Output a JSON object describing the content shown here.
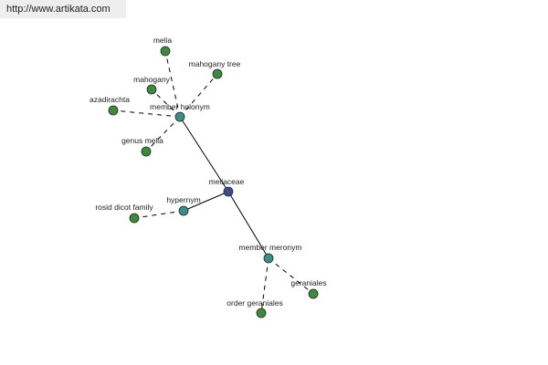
{
  "watermark": "http://www.artikata.com",
  "colors": {
    "center_node": "#3f4a8c",
    "relation_node": "#3d8c8c",
    "leaf_node": "#3d8a3d",
    "edge": "#000000"
  },
  "graph": {
    "center": {
      "id": "meliaceae",
      "label": "meliaceae"
    },
    "relations": [
      {
        "id": "member-holonym",
        "label": "member holonym"
      },
      {
        "id": "hypernym",
        "label": "hypernym"
      },
      {
        "id": "member-meronym",
        "label": "member meronym"
      }
    ],
    "leaves": [
      {
        "id": "melia",
        "label": "melia",
        "relation": "member-holonym"
      },
      {
        "id": "mahogany-tree",
        "label": "mahogany tree",
        "relation": "member-holonym"
      },
      {
        "id": "mahogany",
        "label": "mahogany",
        "relation": "member-holonym"
      },
      {
        "id": "azadirachta",
        "label": "azadirachta",
        "relation": "member-holonym"
      },
      {
        "id": "genus-melia",
        "label": "genus melia",
        "relation": "member-holonym"
      },
      {
        "id": "rosid-dicot-family",
        "label": "rosid dicot family",
        "relation": "hypernym"
      },
      {
        "id": "geraniales",
        "label": "geraniales",
        "relation": "member-meronym"
      },
      {
        "id": "order-geraniales",
        "label": "order geraniales",
        "relation": "member-meronym"
      }
    ]
  }
}
